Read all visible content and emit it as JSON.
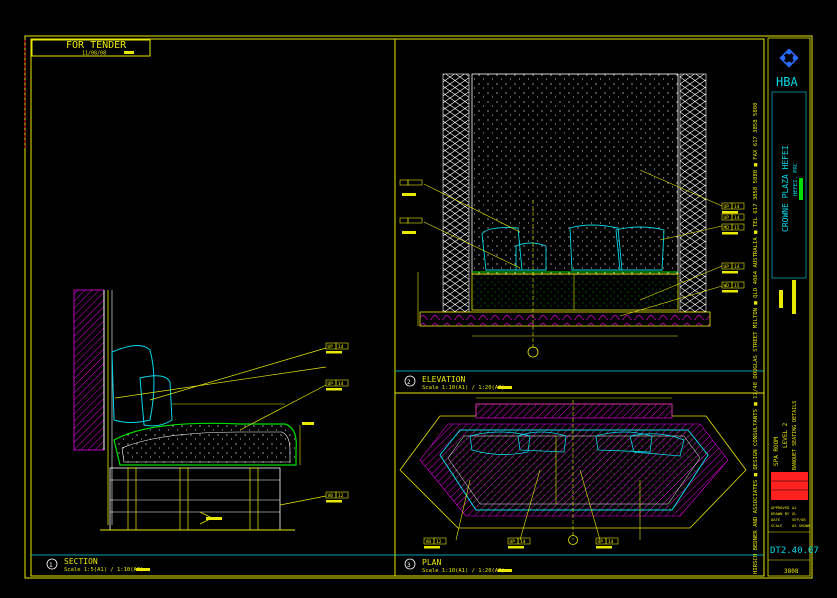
{
  "stamp": {
    "title": "FOR TENDER",
    "date": "11/08/08"
  },
  "views": {
    "section": {
      "title": "SECTION",
      "scale": "Scale 1:5(A1) / 1:10(A3)",
      "number": "1"
    },
    "elevation": {
      "title": "ELEVATION",
      "scale": "Scale 1:10(A1) / 1:20(A3)",
      "number": "2"
    },
    "plan": {
      "title": "PLAN",
      "scale": "Scale 1:10(A1) / 1:20(A3)",
      "number": "3"
    }
  },
  "vertical_strip": {
    "text": "HIRSCH BEDNER AND ASSOCIATES  ■  DESIGN CONSULTANTS  ■  17/48 DOUGLAS STREET MILTON  ■  QLD 4064 AUSTRALIA  ■  TEL 617 3858 5888  ■  FAX 617 3858 5800"
  },
  "title_block": {
    "logo": "HBA",
    "project": "CROWNE PLAZA HEFEI",
    "location": "HEFEI, PRC",
    "room": "SPA ROOM",
    "level": "LEVEL 2",
    "drawing_title": "BANQUET SEATING DETAILS",
    "drawing_no": "DT2.40.07",
    "project_no": "3808",
    "fields": [
      {
        "label": "APPROVED",
        "value": "AJ"
      },
      {
        "label": "DRAWN BY",
        "value": "GL"
      },
      {
        "label": "DATE",
        "value": "SEP/08"
      },
      {
        "label": "SCALE",
        "value": "AS SHOWN"
      }
    ]
  },
  "tags": [
    {
      "code": "UP",
      "num": "14"
    },
    {
      "code": "UP",
      "num": "14"
    },
    {
      "code": "VB",
      "num": "12"
    },
    {
      "code": "UP",
      "num": "14"
    },
    {
      "code": "UP",
      "num": "14"
    },
    {
      "code": "MD",
      "num": "15"
    },
    {
      "code": "UP",
      "num": "14"
    },
    {
      "code": "WD",
      "num": "15"
    },
    {
      "code": "VB",
      "num": "12"
    },
    {
      "code": "UP",
      "num": "14"
    },
    {
      "code": "UP",
      "num": "14"
    }
  ],
  "colors": {
    "frame": "#e8e800",
    "cyan": "#00d8e8",
    "green": "#00e000",
    "magenta": "#e000e0",
    "red": "#ff2020",
    "blue": "#2a6cff"
  }
}
